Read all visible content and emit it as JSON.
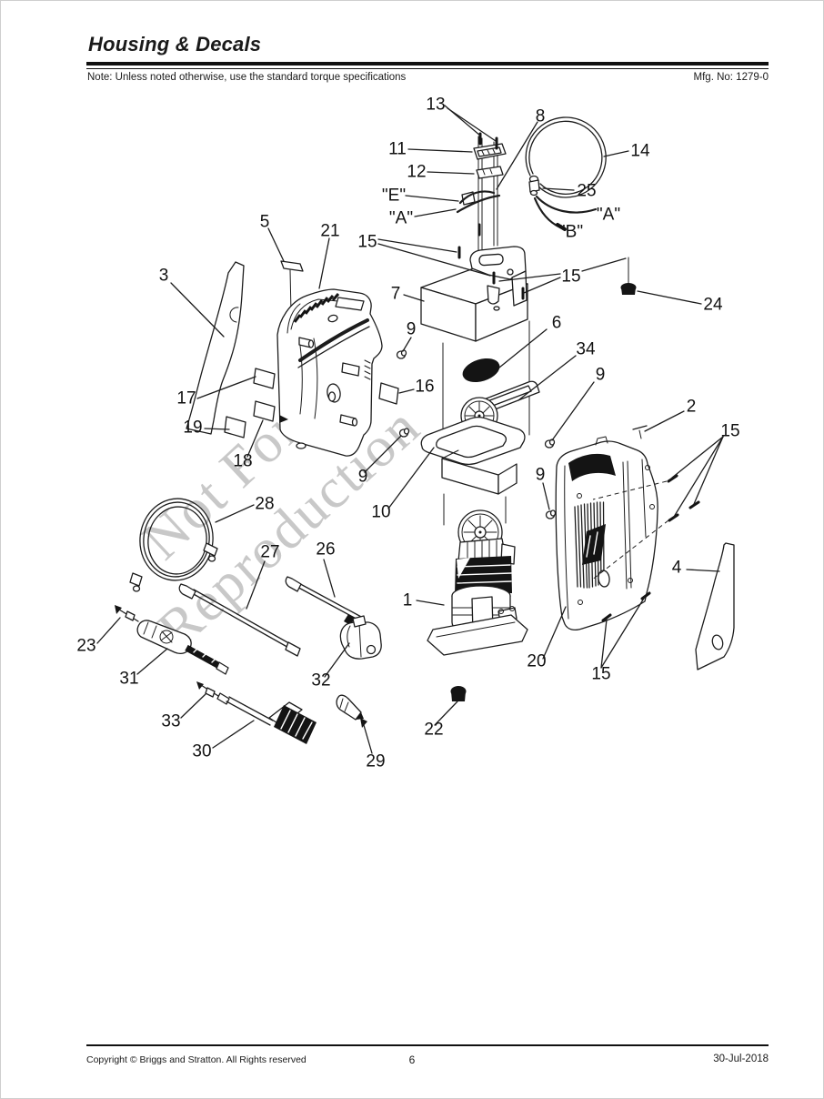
{
  "header": {
    "title": "Housing & Decals",
    "note": "Note: Unless noted otherwise, use the standard torque specifications",
    "mfg": "Mfg. No: 1279-0"
  },
  "watermark": {
    "line1": "Not For",
    "line2": "Reproduction"
  },
  "footer": {
    "copyright": "Copyright ©  Briggs and Stratton. All Rights reserved",
    "page": "6",
    "date": "30-Jul-2018"
  },
  "diagram": {
    "callouts": [
      "13",
      "8",
      "11",
      "12",
      "14",
      "25",
      "\"E\"",
      "\"A\"",
      "\"A\"",
      "\"B\"",
      "5",
      "21",
      "3",
      "15",
      "15",
      "7",
      "24",
      "9",
      "6",
      "34",
      "9",
      "2",
      "15",
      "17",
      "16",
      "19",
      "18",
      "9",
      "10",
      "9",
      "28",
      "27",
      "26",
      "23",
      "31",
      "32",
      "33",
      "30",
      "29",
      "22",
      "1",
      "20",
      "15",
      "4"
    ]
  }
}
